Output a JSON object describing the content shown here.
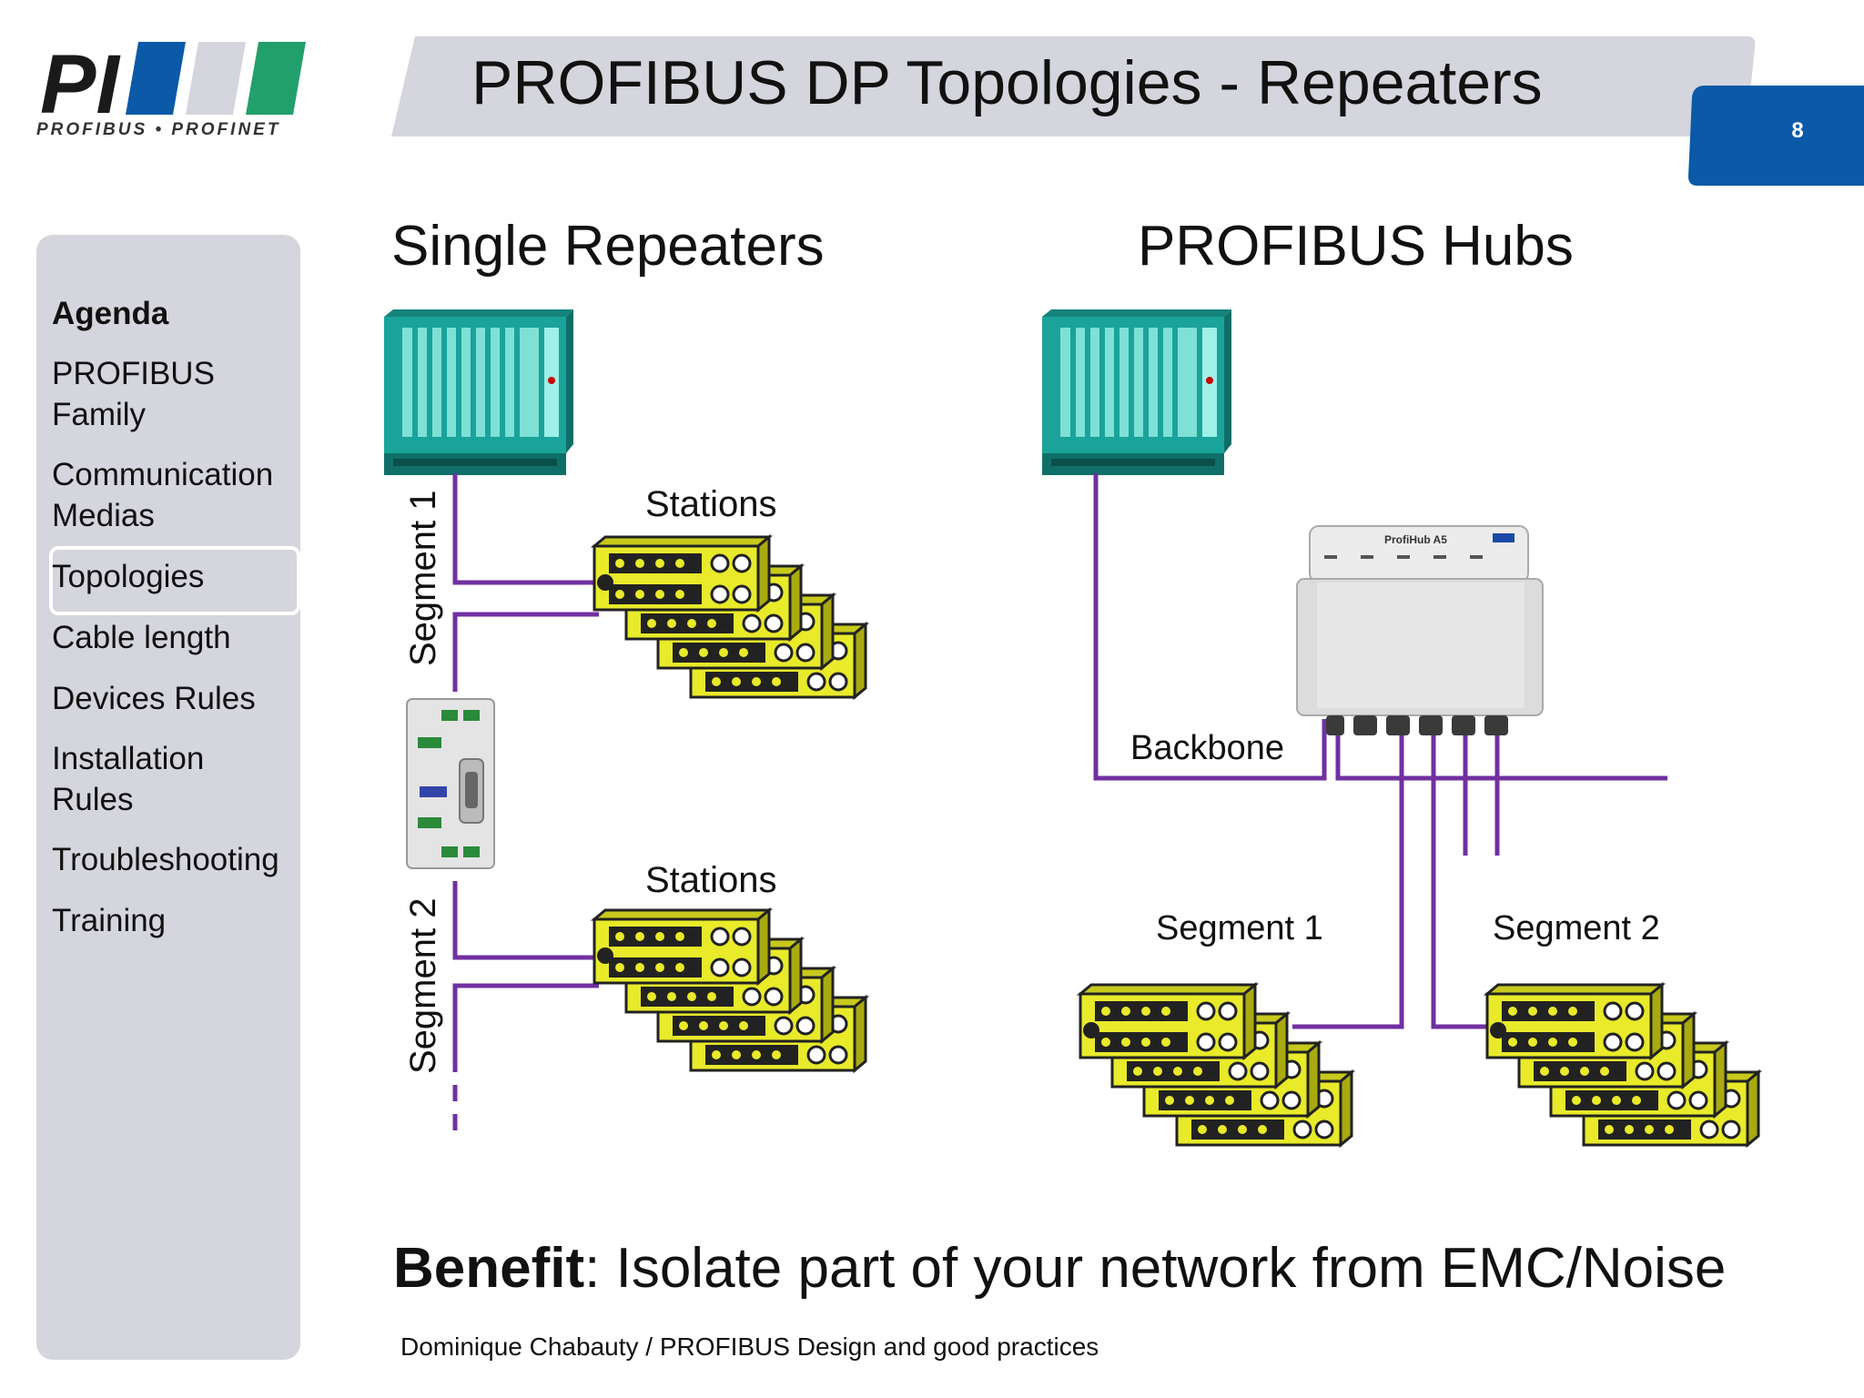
{
  "logo": {
    "mark": "PI",
    "tagline": "PROFIBUS • PROFINET"
  },
  "header": {
    "title": "PROFIBUS DP Topologies - Repeaters",
    "page_number": "8"
  },
  "sidebar": {
    "heading": "Agenda",
    "items": [
      {
        "label": "PROFIBUS Family",
        "lines": [
          "PROFIBUS",
          "Family"
        ]
      },
      {
        "label": "Communication Medias",
        "lines": [
          "Communication",
          "Medias"
        ]
      },
      {
        "label": "Topologies",
        "lines": [
          "Topologies"
        ],
        "active": true
      },
      {
        "label": "Cable length",
        "lines": [
          "Cable length"
        ]
      },
      {
        "label": "Devices Rules",
        "lines": [
          "Devices Rules"
        ]
      },
      {
        "label": "Installation Rules",
        "lines": [
          "Installation",
          "Rules"
        ]
      },
      {
        "label": "Troubleshooting",
        "lines": [
          "Troubleshooting"
        ]
      },
      {
        "label": "Training",
        "lines": [
          "Training"
        ]
      }
    ]
  },
  "diagram": {
    "left_heading": "Single Repeaters",
    "right_heading": "PROFIBUS Hubs",
    "segment1_label": "Segment 1",
    "segment2_label": "Segment 2",
    "stations_label_top": "Stations",
    "stations_label_bottom": "Stations",
    "backbone_label": "Backbone",
    "hub_segment1_label": "Segment 1",
    "hub_segment2_label": "Segment 2",
    "hub_device_label": "ProfiHub A5"
  },
  "benefit": {
    "bold": "Benefit",
    "text": ": Isolate part of your network from EMC/Noise"
  },
  "footer": "Dominique Chabauty / PROFIBUS Design and good practices",
  "colors": {
    "bus_line": "#7030a0",
    "plc_teal": "#1aa39a",
    "station_yellow": "#e8ea2a",
    "logo_blue": "#0a5aa8",
    "logo_green": "#22a06b",
    "title_bar_gray": "#d4d5dd",
    "page_tab_blue": "#0a5aa8"
  }
}
